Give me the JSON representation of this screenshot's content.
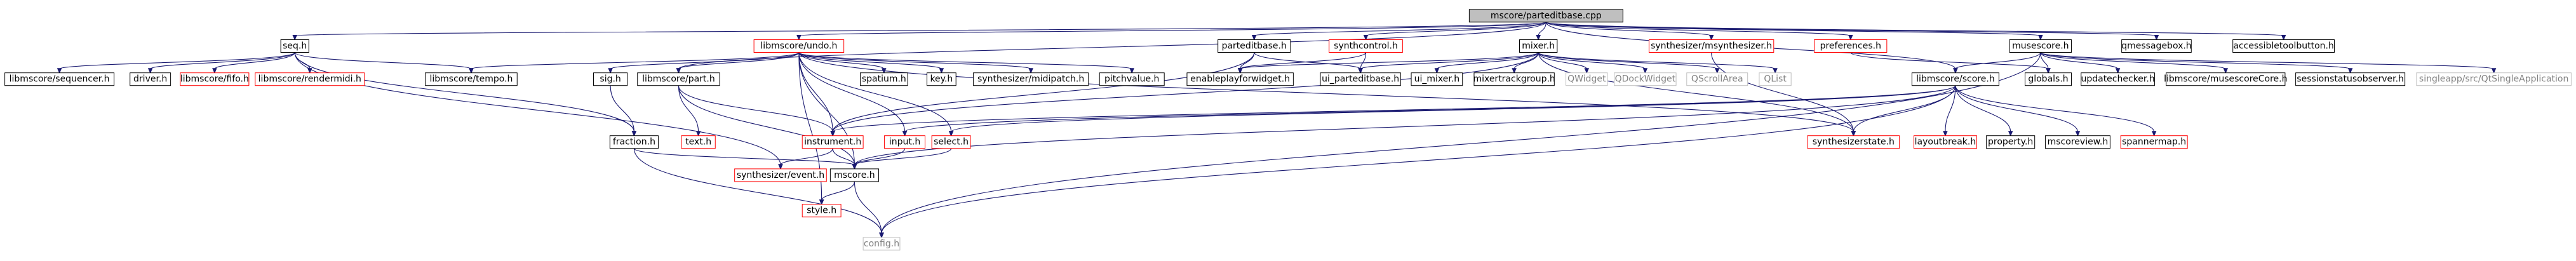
{
  "graph": {
    "root": "mscore/partedit base.cpp",
    "nodes": [
      {
        "id": "root",
        "label": "mscore/parteditbase.cpp",
        "style": "root"
      },
      {
        "id": "seq",
        "label": "seq.h",
        "style": "normal"
      },
      {
        "id": "undo",
        "label": "libmscore/undo.h",
        "style": "red"
      },
      {
        "id": "parteditbase",
        "label": "parteditbase.h",
        "style": "normal"
      },
      {
        "id": "synthcontrol",
        "label": "synthcontrol.h",
        "style": "red"
      },
      {
        "id": "mixer",
        "label": "mixer.h",
        "style": "normal"
      },
      {
        "id": "msynthesizer",
        "label": "synthesizer/msynthesizer.h",
        "style": "red"
      },
      {
        "id": "preferences",
        "label": "preferences.h",
        "style": "red"
      },
      {
        "id": "musescore",
        "label": "musescore.h",
        "style": "normal"
      },
      {
        "id": "qmessagebox",
        "label": "qmessagebox.h",
        "style": "normal"
      },
      {
        "id": "accessibletoolbutton",
        "label": "accessibletoolbutton.h",
        "style": "normal"
      },
      {
        "id": "sequencer",
        "label": "libmscore/sequencer.h",
        "style": "normal"
      },
      {
        "id": "driver",
        "label": "driver.h",
        "style": "normal"
      },
      {
        "id": "fifo",
        "label": "libmscore/fifo.h",
        "style": "red"
      },
      {
        "id": "rendermidi",
        "label": "libmscore/rendermidi.h",
        "style": "red"
      },
      {
        "id": "tempo",
        "label": "libmscore/tempo.h",
        "style": "normal"
      },
      {
        "id": "sig",
        "label": "sig.h",
        "style": "normal"
      },
      {
        "id": "part",
        "label": "libmscore/part.h",
        "style": "normal"
      },
      {
        "id": "spatium",
        "label": "spatium.h",
        "style": "normal"
      },
      {
        "id": "key",
        "label": "key.h",
        "style": "normal"
      },
      {
        "id": "midipatch",
        "label": "synthesizer/midipatch.h",
        "style": "normal"
      },
      {
        "id": "pitchvalue",
        "label": "pitchvalue.h",
        "style": "normal"
      },
      {
        "id": "enableplay",
        "label": "enableplayforwidget.h",
        "style": "normal"
      },
      {
        "id": "ui_parteditbase",
        "label": "ui_parteditbase.h",
        "style": "normal"
      },
      {
        "id": "ui_mixer",
        "label": "ui_mixer.h",
        "style": "normal"
      },
      {
        "id": "mixertrackgroup",
        "label": "mixertrackgroup.h",
        "style": "normal"
      },
      {
        "id": "qwidget",
        "label": "QWidget",
        "style": "grey"
      },
      {
        "id": "qdockwidget",
        "label": "QDockWidget",
        "style": "grey"
      },
      {
        "id": "qscrollarea",
        "label": "QScrollArea",
        "style": "grey"
      },
      {
        "id": "qlist",
        "label": "QList",
        "style": "grey"
      },
      {
        "id": "score",
        "label": "libmscore/score.h",
        "style": "normal"
      },
      {
        "id": "globals",
        "label": "globals.h",
        "style": "normal"
      },
      {
        "id": "updatechecker",
        "label": "updatechecker.h",
        "style": "normal"
      },
      {
        "id": "musescorecore",
        "label": "libmscore/musescoreCore.h",
        "style": "normal"
      },
      {
        "id": "sessionstatus",
        "label": "sessionstatusobserver.h",
        "style": "normal"
      },
      {
        "id": "qtsingle",
        "label": "singleapp/src/QtSingleApplication",
        "style": "grey"
      },
      {
        "id": "fraction",
        "label": "fraction.h",
        "style": "normal"
      },
      {
        "id": "text",
        "label": "text.h",
        "style": "red"
      },
      {
        "id": "instrument",
        "label": "instrument.h",
        "style": "red"
      },
      {
        "id": "input",
        "label": "input.h",
        "style": "red"
      },
      {
        "id": "select",
        "label": "select.h",
        "style": "red"
      },
      {
        "id": "synthstate",
        "label": "synthesizerstate.h",
        "style": "red"
      },
      {
        "id": "layoutbreak",
        "label": "layoutbreak.h",
        "style": "red"
      },
      {
        "id": "property",
        "label": "property.h",
        "style": "normal"
      },
      {
        "id": "mscoreview",
        "label": "mscoreview.h",
        "style": "normal"
      },
      {
        "id": "spannermap",
        "label": "spannermap.h",
        "style": "red"
      },
      {
        "id": "synthevent",
        "label": "synthesizer/event.h",
        "style": "red"
      },
      {
        "id": "mscore",
        "label": "mscore.h",
        "style": "normal"
      },
      {
        "id": "style",
        "label": "style.h",
        "style": "red"
      },
      {
        "id": "config",
        "label": "config.h",
        "style": "grey"
      }
    ],
    "edges": [
      [
        "root",
        "seq"
      ],
      [
        "root",
        "undo"
      ],
      [
        "root",
        "parteditbase"
      ],
      [
        "root",
        "synthcontrol"
      ],
      [
        "root",
        "mixer"
      ],
      [
        "root",
        "msynthesizer"
      ],
      [
        "root",
        "preferences"
      ],
      [
        "root",
        "musescore"
      ],
      [
        "root",
        "qmessagebox"
      ],
      [
        "root",
        "accessibletoolbutton"
      ],
      [
        "root",
        "part"
      ],
      [
        "root",
        "score"
      ],
      [
        "seq",
        "sequencer"
      ],
      [
        "seq",
        "driver"
      ],
      [
        "seq",
        "fifo"
      ],
      [
        "seq",
        "rendermidi"
      ],
      [
        "seq",
        "tempo"
      ],
      [
        "seq",
        "fraction"
      ],
      [
        "seq",
        "synthevent"
      ],
      [
        "undo",
        "tempo"
      ],
      [
        "undo",
        "sig"
      ],
      [
        "undo",
        "part"
      ],
      [
        "undo",
        "spatium"
      ],
      [
        "undo",
        "key"
      ],
      [
        "undo",
        "midipatch"
      ],
      [
        "undo",
        "pitchvalue"
      ],
      [
        "undo",
        "instrument"
      ],
      [
        "undo",
        "input"
      ],
      [
        "undo",
        "select"
      ],
      [
        "undo",
        "mscore"
      ],
      [
        "undo",
        "synthstate"
      ],
      [
        "undo",
        "style"
      ],
      [
        "parteditbase",
        "enableplay"
      ],
      [
        "parteditbase",
        "ui_parteditbase"
      ],
      [
        "parteditbase",
        "instrument"
      ],
      [
        "synthcontrol",
        "enableplay"
      ],
      [
        "synthcontrol",
        "ui_parteditbase"
      ],
      [
        "mixer",
        "enableplay"
      ],
      [
        "mixer",
        "ui_parteditbase"
      ],
      [
        "mixer",
        "ui_mixer"
      ],
      [
        "mixer",
        "mixertrackgroup"
      ],
      [
        "mixer",
        "qwidget"
      ],
      [
        "mixer",
        "qdockwidget"
      ],
      [
        "mixer",
        "qscrollarea"
      ],
      [
        "mixer",
        "qlist"
      ],
      [
        "mixer",
        "instrument"
      ],
      [
        "mixer",
        "synthstate"
      ],
      [
        "msynthesizer",
        "synthstate"
      ],
      [
        "preferences",
        "globals"
      ],
      [
        "musescore",
        "globals"
      ],
      [
        "musescore",
        "updatechecker"
      ],
      [
        "musescore",
        "musescorecore"
      ],
      [
        "musescore",
        "sessionstatus"
      ],
      [
        "musescore",
        "qtsingle"
      ],
      [
        "musescore",
        "score"
      ],
      [
        "musescore",
        "config"
      ],
      [
        "score",
        "input"
      ],
      [
        "score",
        "select"
      ],
      [
        "score",
        "synthstate"
      ],
      [
        "score",
        "layoutbreak"
      ],
      [
        "score",
        "property"
      ],
      [
        "score",
        "mscoreview"
      ],
      [
        "score",
        "spannermap"
      ],
      [
        "score",
        "config"
      ],
      [
        "score",
        "instrument"
      ],
      [
        "score",
        "mscore"
      ],
      [
        "sig",
        "fraction"
      ],
      [
        "part",
        "text"
      ],
      [
        "part",
        "instrument"
      ],
      [
        "part",
        "mscore"
      ],
      [
        "fraction",
        "mscore"
      ],
      [
        "fraction",
        "config"
      ],
      [
        "instrument",
        "mscore"
      ],
      [
        "instrument",
        "synthevent"
      ],
      [
        "input",
        "mscore"
      ],
      [
        "select",
        "mscore"
      ],
      [
        "mscore",
        "style"
      ],
      [
        "mscore",
        "config"
      ]
    ]
  }
}
